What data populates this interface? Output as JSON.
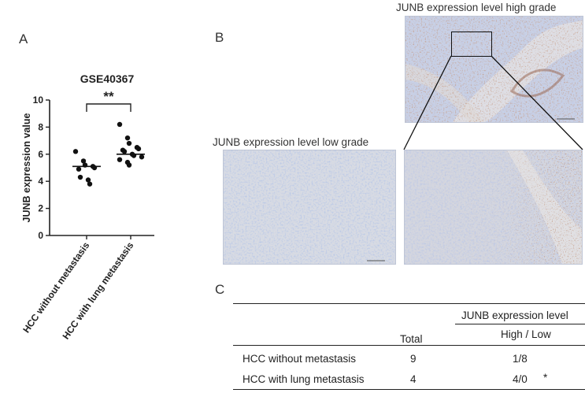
{
  "panel_a": {
    "letter": "A",
    "chart_data": {
      "type": "scatter",
      "title": "GSE40367",
      "ylabel": "JUNB expression value",
      "xlabel": "",
      "ylim": [
        0,
        10
      ],
      "yticks": [
        0,
        2,
        4,
        6,
        8,
        10
      ],
      "grid": false,
      "categories": [
        "HCC without metastasis",
        "HCC with lung metastasis"
      ],
      "series": [
        {
          "values": [
            6.2,
            5.5,
            5.2,
            5.1,
            5.0,
            4.9,
            4.3,
            4.1,
            3.8
          ],
          "median": 5.1
        },
        {
          "values": [
            8.2,
            7.2,
            6.8,
            6.5,
            6.4,
            6.3,
            6.2,
            6.0,
            5.9,
            5.8,
            5.6,
            5.4,
            5.2
          ],
          "median": 6.0
        }
      ],
      "significance": "**"
    }
  },
  "panel_b": {
    "letter": "B",
    "high_title": "JUNB expression level high grade",
    "low_title": "JUNB expression level low grade"
  },
  "panel_c": {
    "letter": "C",
    "header_group": "JUNB expression level",
    "header_total": "Total",
    "header_sub": "High / Low",
    "rows": [
      {
        "label": "HCC without metastasis",
        "total": "9",
        "ratio": "1/8",
        "mark": ""
      },
      {
        "label": "HCC with lung metastasis",
        "total": "4",
        "ratio": "4/0",
        "mark": "*"
      }
    ]
  }
}
